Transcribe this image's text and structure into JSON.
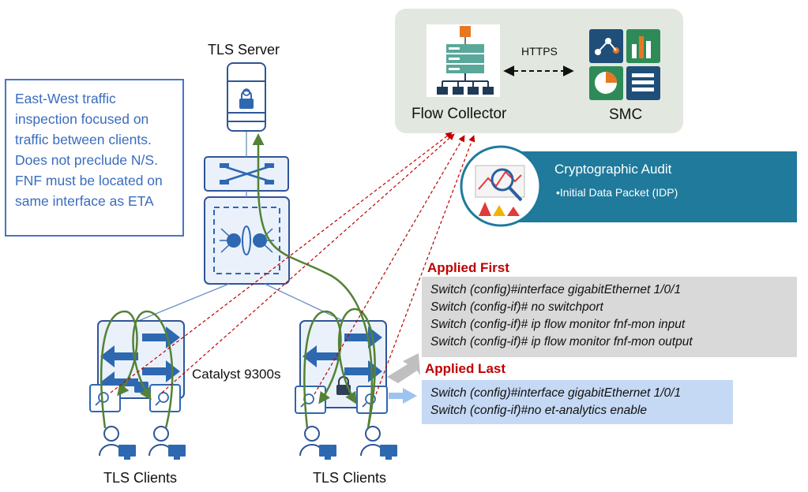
{
  "note": {
    "text": "East-West traffic inspection focused on traffic between clients.  Does not preclude N/S. FNF must be located on same interface as ETA"
  },
  "labels": {
    "tls_server": "TLS Server",
    "flow_collector": "Flow Collector",
    "smc": "SMC",
    "https": "HTTPS",
    "catalyst": "Catalyst 9300s",
    "tls_clients_left": "TLS Clients",
    "tls_clients_right": "TLS Clients"
  },
  "audit": {
    "title": "Cryptographic Audit",
    "item": "•Initial Data Packet (IDP)"
  },
  "applied_first": {
    "title": "Applied First",
    "commands": [
      "Switch (config)#interface  gigabitEthernet 1/0/1",
      "Switch (config-if)# no switchport",
      "Switch (config-if)# ip flow monitor fnf-mon input",
      "Switch (config-if)# ip flow monitor fnf-mon output"
    ]
  },
  "applied_last": {
    "title": "Applied Last",
    "commands": [
      "Switch (config)#interface  gigabitEthernet 1/0/1",
      "Switch (config-if)#no et-analytics enable"
    ]
  },
  "colors": {
    "note_border": "#4a74c4",
    "note_text": "#3a6cbf",
    "device_border": "#2f5597",
    "device_fill": "#eaf1fb",
    "arrow_blue": "#2e68b1",
    "green_path": "#548235",
    "red_dashed": "#c00000",
    "audit_banner": "#1f7a9c",
    "step_title": "#c00000",
    "gray_box": "#d9d9d9",
    "blue_box": "#c5d9f4",
    "collector_panel": "#e2e8df"
  }
}
